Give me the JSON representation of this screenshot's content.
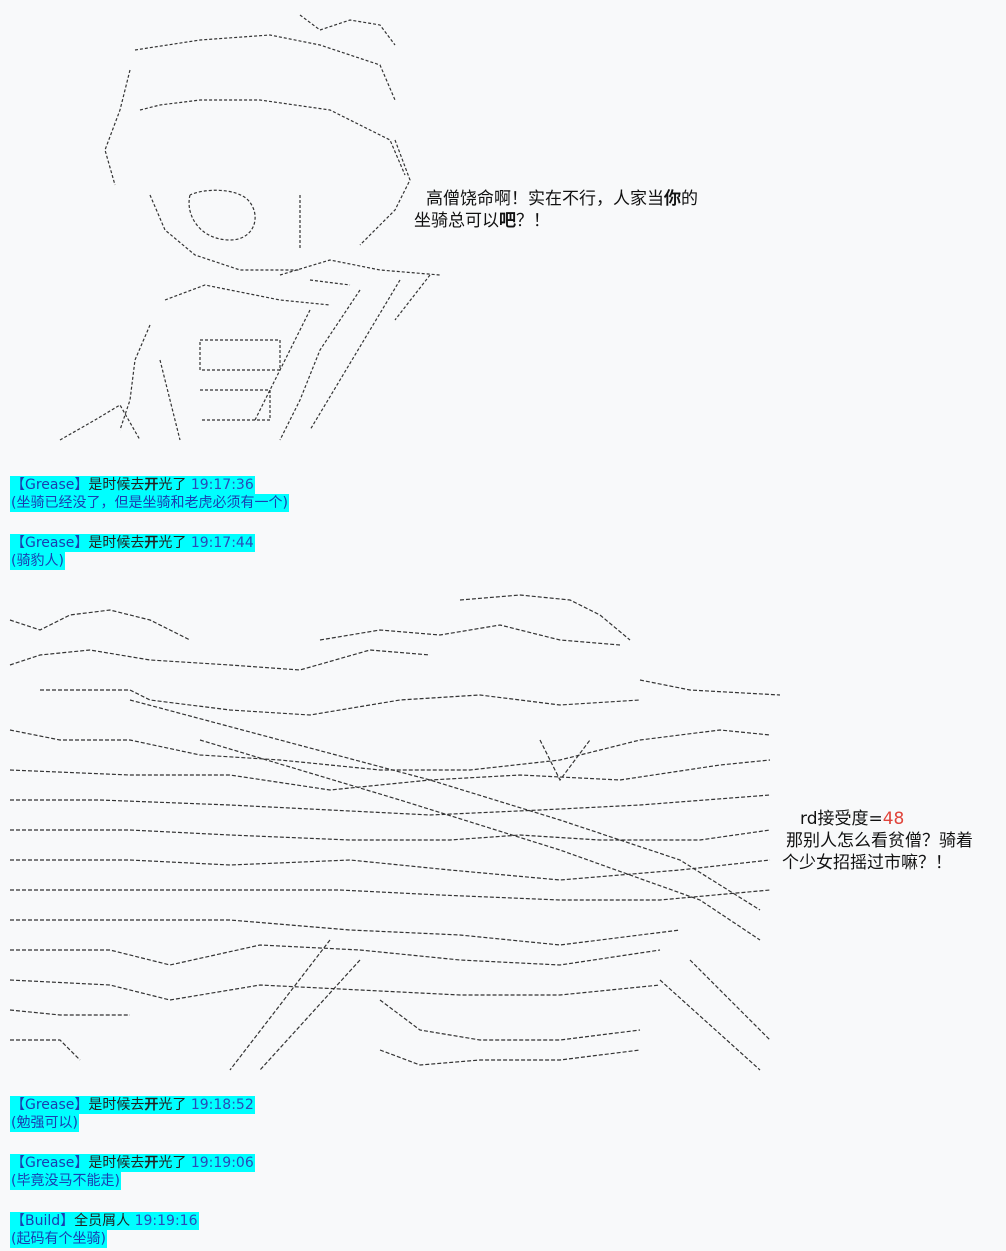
{
  "speech_top": {
    "line1_pre": "高僧饶命啊！实在不行，人家当",
    "line1_bold": "你",
    "line1_post": "的",
    "line2_pre": "坐骑总可以",
    "line2_bold": "吧",
    "line2_post": "？！"
  },
  "speech_right": {
    "stat_label": "rd接受度=",
    "stat_value": "48",
    "line1": "那别人怎么看贫僧？骑着",
    "line2": "个少女招摇过市嘛？！"
  },
  "comments": [
    {
      "name": "【Grease】",
      "author_pre": "是时候去",
      "author_bold": "开",
      "author_post": "光了",
      "time": "19:17:36",
      "note": "(坐骑已经没了，但是坐骑和老虎必须有一个)"
    },
    {
      "name": "【Grease】",
      "author_pre": "是时候去",
      "author_bold": "开",
      "author_post": "光了",
      "time": "19:17:44",
      "note": "(骑豹人)"
    },
    {
      "name": "【Grease】",
      "author_pre": "是时候去",
      "author_bold": "开",
      "author_post": "光了",
      "time": "19:18:52",
      "note": "(勉强可以)"
    },
    {
      "name": "【Grease】",
      "author_pre": "是时候去",
      "author_bold": "开",
      "author_post": "光了",
      "time": "19:19:06",
      "note": "(毕竟没马不能走)"
    },
    {
      "name": "【Build】",
      "author_pre": "全员屑人",
      "author_bold": "",
      "author_post": "",
      "time": "19:19:16",
      "note": "(起码有个坐骑)"
    }
  ],
  "art": {
    "top": "ascii-art-girl-figure",
    "middle": "ascii-art-leopard-scene"
  }
}
